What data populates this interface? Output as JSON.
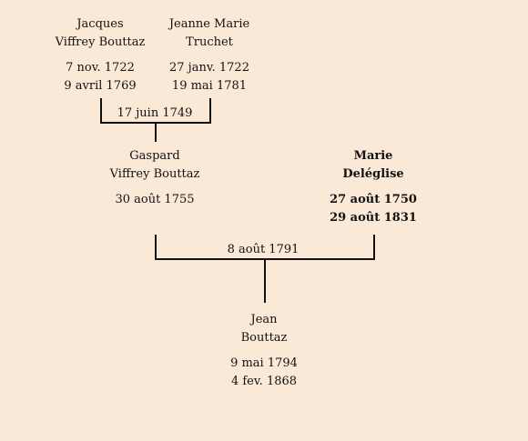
{
  "people": {
    "jacques": {
      "name_line1": "Jacques",
      "name_line2": "Viffrey Bouttaz",
      "birth": "7 nov. 1722",
      "death": "9 avril 1769"
    },
    "jeanne": {
      "name_line1": "Jeanne Marie",
      "name_line2": "Truchet",
      "birth": "27 janv. 1722",
      "death": "19 mai 1781"
    },
    "gaspard": {
      "name_line1": "Gaspard",
      "name_line2": "Viffrey Bouttaz",
      "birth": "30 août 1755"
    },
    "marie": {
      "name_line1": "Marie",
      "name_line2": "Deléglise",
      "birth": "27 août 1750",
      "death": "29 août 1831"
    },
    "jean": {
      "name_line1": "Jean",
      "name_line2": "Bouttaz",
      "birth": "9 mai 1794",
      "death": "4 fev. 1868"
    }
  },
  "marriages": {
    "first": "17 juin 1749",
    "second": "8 août 1791"
  }
}
